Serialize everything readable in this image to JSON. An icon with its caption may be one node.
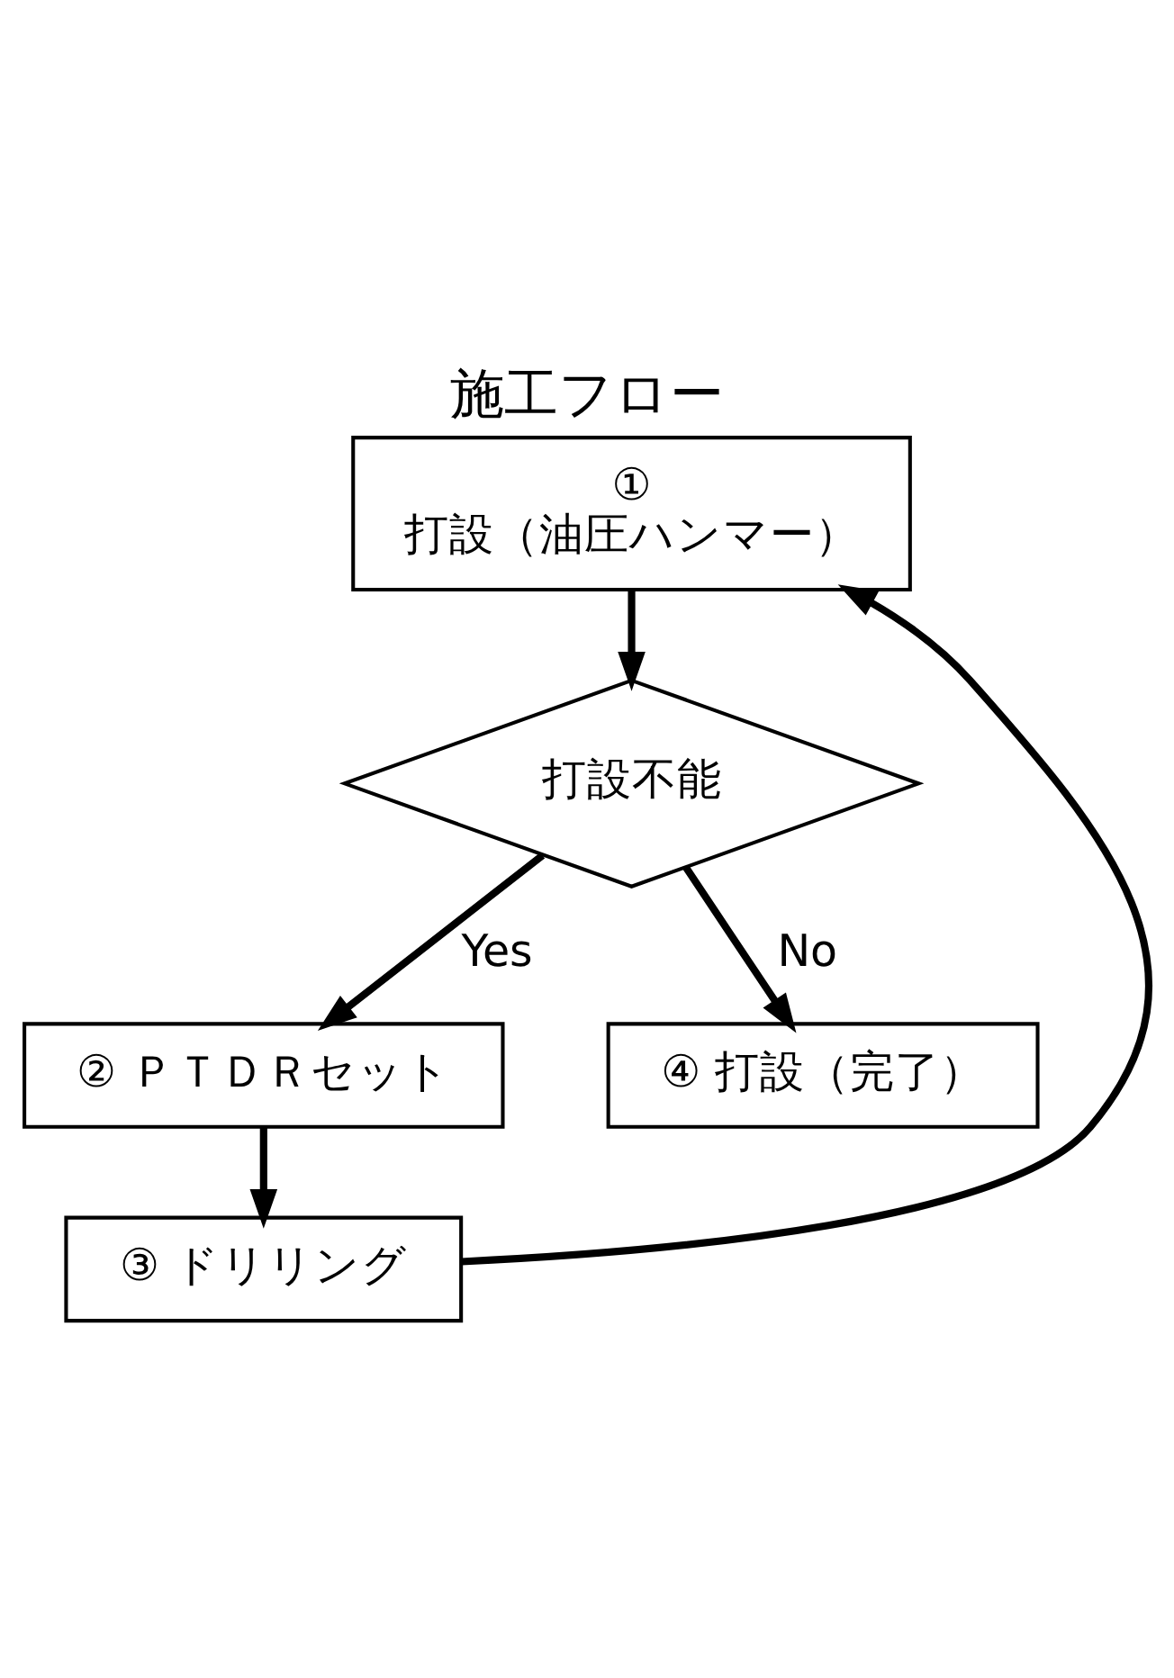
{
  "diagram": {
    "title": "施工フロー",
    "nodes": [
      {
        "text": [
          "①",
          "打設（油圧ハンマー）"
        ]
      },
      {
        "text": [
          "打設不能"
        ]
      },
      {
        "text": [
          "② ＰＴＤＲセット"
        ]
      },
      {
        "text": [
          "③ ドリリング"
        ]
      },
      {
        "text": [
          "④ 打設（完了）"
        ]
      }
    ],
    "edges": [
      {
        "from": 0,
        "to": 1,
        "arrow": "to"
      },
      {
        "from": 1,
        "to": 2,
        "arrow": "to",
        "label": "Yes"
      },
      {
        "from": 1,
        "to": 4,
        "arrow": "to",
        "label": "No"
      },
      {
        "from": 2,
        "to": 3,
        "arrow": "to"
      },
      {
        "from": 3,
        "to": 0,
        "arrow": "to"
      }
    ]
  }
}
